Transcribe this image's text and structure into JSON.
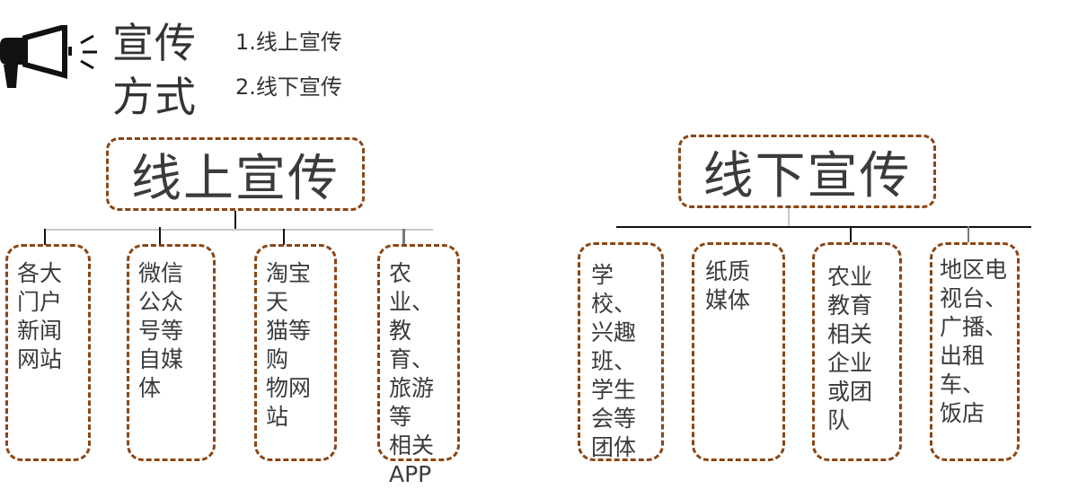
{
  "header": {
    "icon": "megaphone-icon",
    "title_line1": "宣传",
    "title_line2": "方式",
    "list": [
      {
        "label": "1.线上宣传"
      },
      {
        "label": "2.线下宣传"
      }
    ]
  },
  "online": {
    "title": "线上宣传",
    "children": [
      {
        "label": "各大\n门户\n新闻\n网站"
      },
      {
        "label": "微信\n公众\n号等\n自媒\n体"
      },
      {
        "label": "淘宝天\n猫等购\n物网站"
      },
      {
        "label": "农业、\n教育、\n旅游等\n相关\nAPP"
      }
    ]
  },
  "offline": {
    "title": "线下宣传",
    "children": [
      {
        "label": "学校、\n兴趣\n班、\n学生\n会等\n团体"
      },
      {
        "label": "纸质\n媒体"
      },
      {
        "label": "农业\n教育\n相关\n企业\n或团\n队"
      },
      {
        "label": "地区电\n视台、\n广播、\n出租车、\n饭店"
      }
    ]
  },
  "colors": {
    "border": "#8b4513",
    "text": "#3b3b3b",
    "connector": "#111111"
  }
}
